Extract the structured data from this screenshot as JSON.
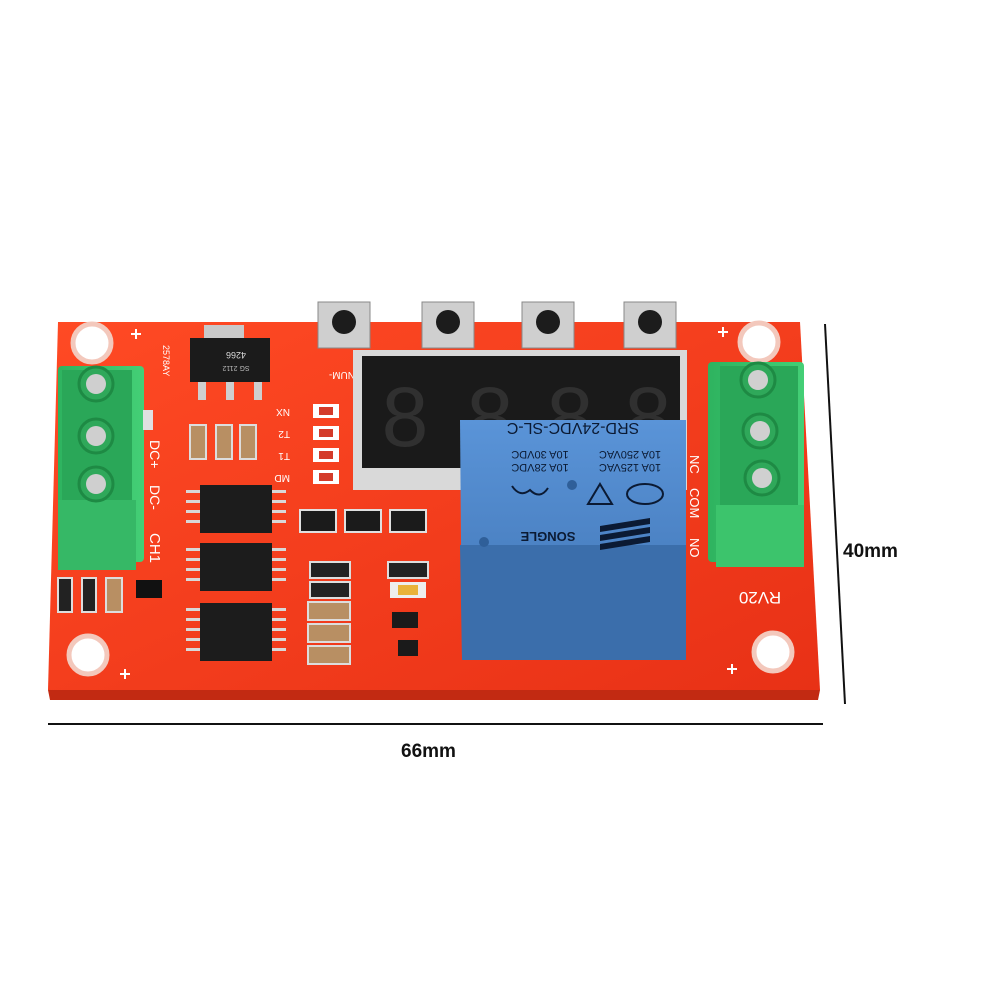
{
  "dimensions": {
    "width": "66mm",
    "height": "40mm"
  },
  "board": {
    "model_label": "RV20",
    "channel_label": "CH1",
    "power_labels": [
      "DC+",
      "DC-"
    ],
    "output_terminals": [
      "NC",
      "COM",
      "NO"
    ],
    "led_labels": [
      "NX",
      "T2",
      "T1",
      "MD"
    ],
    "display_digits": [
      "8",
      "8",
      "8",
      "8"
    ],
    "regulator_text": "4266",
    "regulator_sub": "SG 2112",
    "chip_mark": "2578AY",
    "button_row_label": "NUM-"
  },
  "relay": {
    "model": "SRD-24VDC-SL-C",
    "brand": "SONGLE",
    "ratings": [
      "10A 250VAC",
      "10A 30VDC",
      "10A 125VAC",
      "10A 28VDC"
    ]
  },
  "colors": {
    "pcb": "#f53a1c",
    "terminal": "#35c46a",
    "relay": "#4a7fc2",
    "display": "#1a1a1a"
  }
}
